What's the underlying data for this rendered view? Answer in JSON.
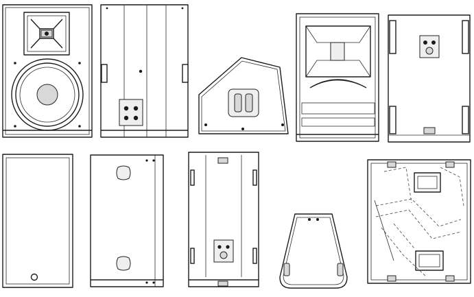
{
  "sheet": {
    "views": [
      "speaker-front-view",
      "speaker-side-view",
      "speaker-profile-view",
      "subwoofer-front-view",
      "subwoofer-rear-view",
      "speaker-grille-view",
      "speaker-top-view",
      "speaker-rear-view",
      "speaker-wedge-view",
      "subwoofer-internal-view"
    ]
  }
}
